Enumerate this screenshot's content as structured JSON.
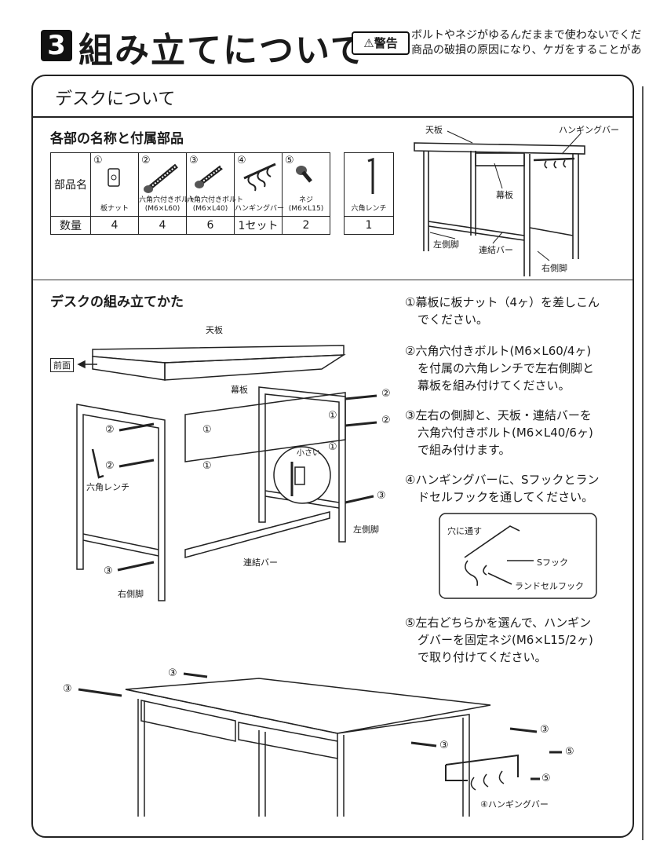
{
  "header": {
    "section_number": "3",
    "title": "組み立てについて",
    "warning_badge": "警告",
    "warning_line1": "ボルトやネジがゆるんだままで使わないでくだ",
    "warning_line2": "商品の破損の原因になり、ケガをすることがあ"
  },
  "desk_section": {
    "title": "デスクについて",
    "parts_heading": "各部の名称と付属部品",
    "assembly_heading": "デスクの組み立てかた"
  },
  "parts_table": {
    "row_name_label": "部品名",
    "row_qty_label": "数量",
    "parts": [
      {
        "num": "①",
        "name": "板ナット",
        "qty": "4",
        "icon": "plate-nut-icon"
      },
      {
        "num": "②",
        "name": "六角穴付きボルト\n(M6×L60)",
        "qty": "4",
        "icon": "hex-bolt-long-icon"
      },
      {
        "num": "③",
        "name": "六角穴付きボルト\n(M6×L40)",
        "qty": "6",
        "icon": "hex-bolt-short-icon"
      },
      {
        "num": "④",
        "name": "ハンギングバー",
        "qty": "1セット",
        "icon": "hanging-bar-icon"
      },
      {
        "num": "⑤",
        "name": "ネジ\n(M6×L15)",
        "qty": "2",
        "icon": "screw-icon"
      }
    ],
    "wrench": {
      "name": "六角レンチ",
      "qty": "1",
      "icon": "hex-wrench-icon"
    }
  },
  "desk_diagram_labels": {
    "top": "天板",
    "hanging_bar": "ハンギングバー",
    "modesty_panel": "幕板",
    "left_leg": "左側脚",
    "connecting_bar": "連結バー",
    "right_leg": "右側脚"
  },
  "assembly_labels": {
    "top": "天板",
    "front": "前面",
    "modesty_panel": "幕板",
    "small": "小さい",
    "hex_wrench": "六角レンチ",
    "left_leg": "左側脚",
    "connecting_bar": "連結バー",
    "right_leg": "右側脚",
    "n1": "①",
    "n2": "②",
    "n3": "③",
    "n4": "④",
    "n5": "⑤",
    "hanging_bar": "④ハンギングバー"
  },
  "hook_inset": {
    "through_hole": "穴に通す",
    "s_hook": "Sフック",
    "randsel_hook": "ランドセルフック"
  },
  "steps": [
    {
      "line1": "①幕板に板ナット（4ヶ）を差しこん",
      "line2": "でください。",
      "line3": ""
    },
    {
      "line1": "②六角穴付きボルト(M6×L60/4ヶ)",
      "line2": "を付属の六角レンチで左右側脚と",
      "line3": "幕板を組み付けてください。"
    },
    {
      "line1": "③左右の側脚と、天板・連結バーを",
      "line2": "六角穴付きボルト(M6×L40/6ヶ)",
      "line3": "で組み付けます。"
    },
    {
      "line1": "④ハンギングバーに、Sフックとラン",
      "line2": "ドセルフックを通してください。",
      "line3": ""
    },
    {
      "line1": "⑤左右どちらかを選んで、ハンギン",
      "line2": "グバーを固定ネジ(M6×L15/2ヶ)",
      "line3": "で取り付けてください。"
    }
  ]
}
